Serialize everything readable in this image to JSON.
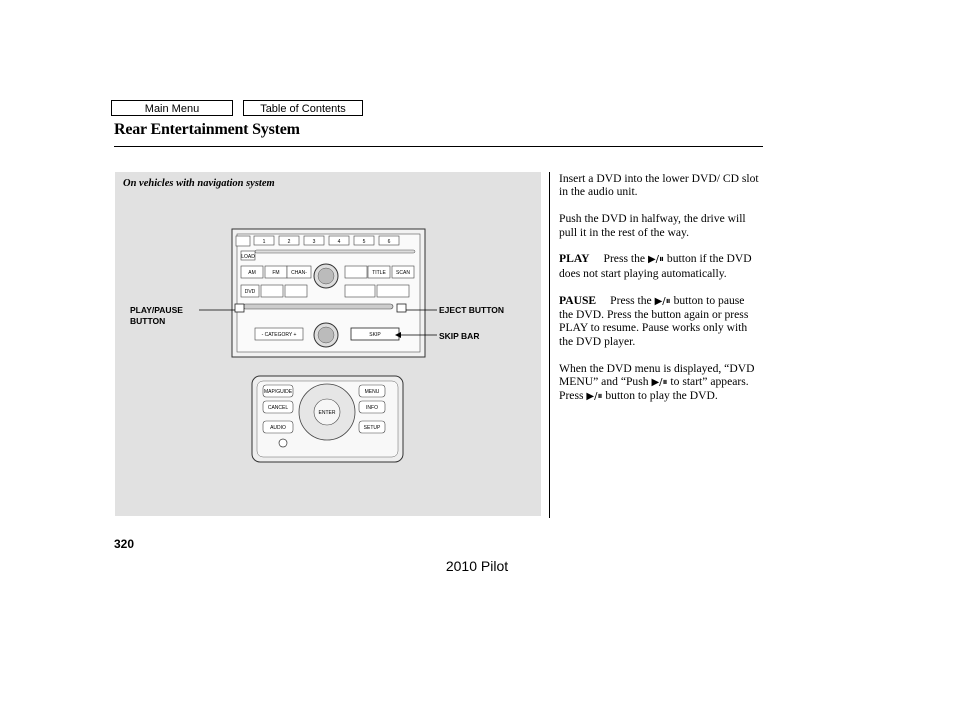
{
  "nav": {
    "main_menu": "Main Menu",
    "toc": "Table of Contents"
  },
  "section_title": "Rear Entertainment System",
  "figure": {
    "caption": "On vehicles with navigation system",
    "callouts": {
      "play_pause": [
        "PLAY/PAUSE",
        "BUTTON"
      ],
      "eject": "EJECT BUTTON",
      "skip_bar": "SKIP BAR"
    },
    "audio_unit": {
      "presets": [
        "1",
        "2",
        "3",
        "4",
        "5",
        "6"
      ],
      "load": "LOAD",
      "row1": [
        "AM",
        "FM",
        "CHAN-",
        "TITLE",
        "SCAN"
      ],
      "row2_left": "DVD",
      "category": "- CATEGORY +",
      "skip": "SKIP"
    },
    "nav_unit": {
      "left_buttons": [
        "MAP/GUIDE",
        "CANCEL",
        "AUDIO"
      ],
      "right_buttons": [
        "MENU",
        "INFO",
        "SETUP"
      ],
      "center": "ENTER"
    }
  },
  "body": {
    "p1": "Insert a DVD into the lower DVD/ CD slot in the audio unit.",
    "p2": "Push the DVD in halfway, the drive will pull it in the rest of the way.",
    "play_term": "PLAY",
    "play_pre": "Press the",
    "play_post": "button if the DVD does not start playing automatically.",
    "pause_term": "PAUSE",
    "pause_pre": "Press the",
    "pause_post": "button to pause the DVD. Press the button again or press PLAY to resume. Pause works only with the DVD player.",
    "menu_pre": "When the DVD menu is displayed, “DVD MENU” and “Push",
    "menu_mid": "to start” appears. Press",
    "menu_post": "button to play the DVD.",
    "play_pause_glyph": "▶/⏸"
  },
  "page_number": "320",
  "footer": "2010 Pilot"
}
